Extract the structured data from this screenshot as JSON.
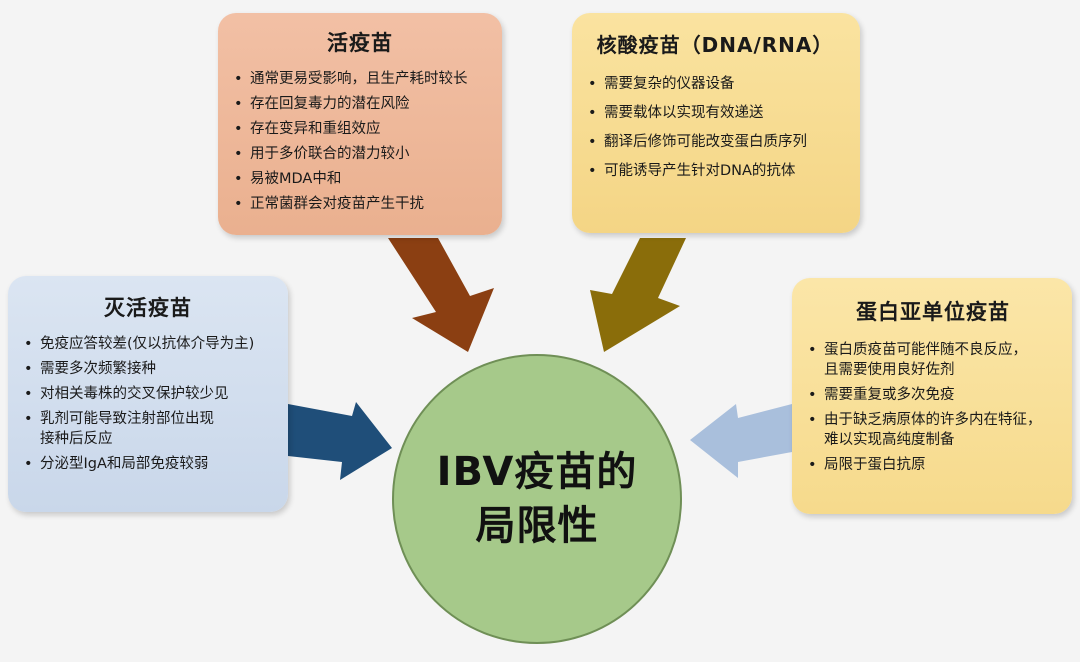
{
  "center": {
    "line1": "IBV疫苗的",
    "line2": "局限性"
  },
  "boxes": {
    "live": {
      "title": "活疫苗",
      "items": [
        "通常更易受影响，且生产耗时较长",
        "存在回复毒力的潜在风险",
        "存在变异和重组效应",
        "用于多价联合的潜力较小",
        "易被MDA中和",
        "正常菌群会对疫苗产生干扰"
      ]
    },
    "nucleic": {
      "title": "核酸疫苗（DNA/RNA）",
      "items": [
        "需要复杂的仪器设备",
        "需要载体以实现有效递送",
        "翻译后修饰可能改变蛋白质序列",
        "可能诱导产生针对DNA的抗体"
      ]
    },
    "inactivated": {
      "title": "灭活疫苗",
      "items": [
        [
          "免疫应答较差(仅以抗体介导为主)"
        ],
        [
          "需要多次频繁接种"
        ],
        [
          "对相关毒株的交叉保护较少见"
        ],
        [
          "乳剂可能导致注射部位出现",
          "接种后反应"
        ],
        [
          "分泌型IgA和局部免疫较弱"
        ]
      ]
    },
    "subunit": {
      "title": "蛋白亚单位疫苗",
      "items": [
        [
          "蛋白质疫苗可能伴随不良反应，",
          "且需要使用良好佐剂"
        ],
        [
          "需要重复或多次免疫"
        ],
        [
          "由于缺乏病原体的许多内在特征，",
          "难以实现高纯度制备"
        ],
        [
          "局限于蛋白抗原"
        ]
      ]
    }
  },
  "colors": {
    "live_box": "#eab08f",
    "nucleic_box": "#f4d585",
    "inactivated_box": "#c9d7ea",
    "subunit_box": "#f6da8c",
    "center_circle": "#a6c98a",
    "arrow_live": "#8b3f12",
    "arrow_nucleic": "#8a6d0a",
    "arrow_inactivated": "#1f4e79",
    "arrow_subunit": "#a9bfdc"
  }
}
